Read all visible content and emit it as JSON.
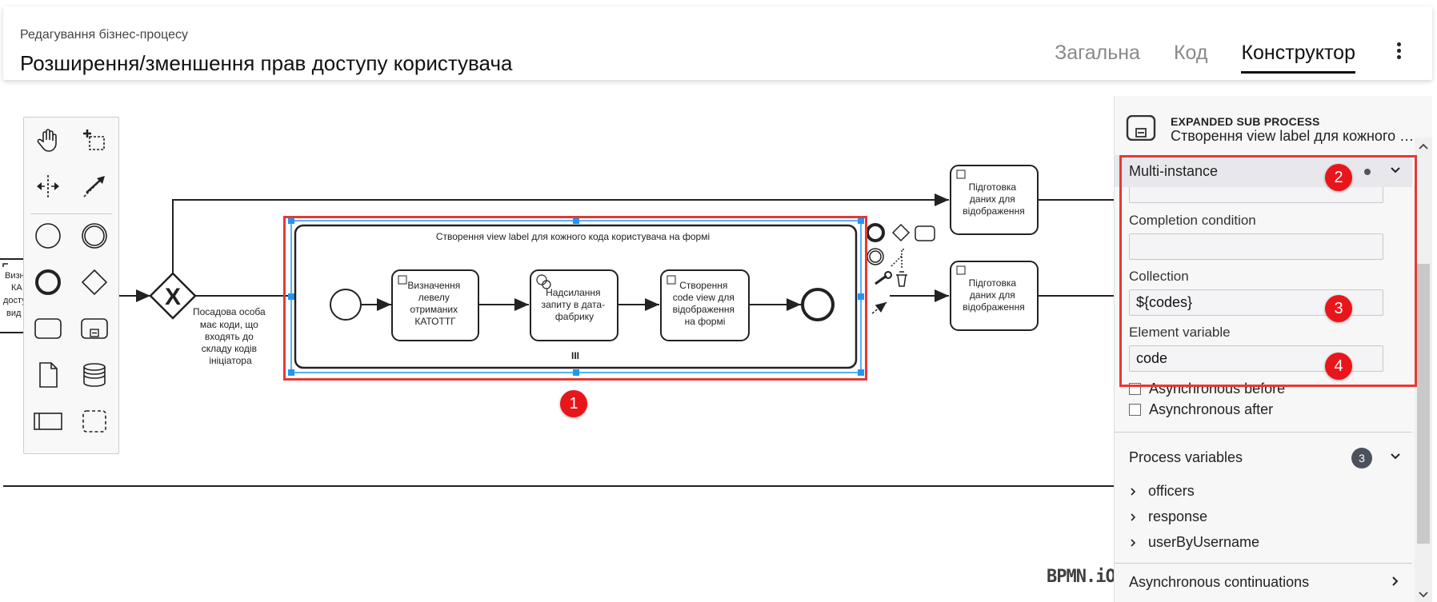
{
  "header": {
    "subtitle": "Редагування бізнес-процесу",
    "title": "Розширення/зменшення прав доступу користувача",
    "tabs": [
      {
        "label": "Загальна",
        "active": false
      },
      {
        "label": "Код",
        "active": false
      },
      {
        "label": "Конструктор",
        "active": true
      }
    ]
  },
  "diagram": {
    "left_task_fragment": [
      "Визн",
      "КА",
      "досту",
      "вид"
    ],
    "gateway_label": [
      "Посадова особа",
      "має коди, що",
      "входять до",
      "складу кодів",
      "ініціатора"
    ],
    "subprocess_title": "Створення view label для кожного кода користувача на формі",
    "tasks": [
      [
        "Визначення",
        "левелу",
        "отриманих",
        "КАТОТТГ"
      ],
      [
        "Надсилання",
        "запиту в дата-",
        "фабрику"
      ],
      [
        "Створення",
        "code view для",
        "відображення",
        "на формі"
      ]
    ],
    "right_tasks": [
      [
        "Підготовка",
        "даних для",
        "відображення"
      ],
      [
        "Підготовка",
        "даних для",
        "відображення"
      ]
    ],
    "multi_instance_marker": "III",
    "logo": "BPMN.iO"
  },
  "panel": {
    "element_type": "EXPANDED SUB PROCESS",
    "element_name": "Створення view label для кожного коду користувача на формі",
    "multi_instance": {
      "header": "Multi-instance",
      "completion_condition_label": "Completion condition",
      "completion_condition_value": "",
      "collection_label": "Collection",
      "collection_value": "${codes}",
      "element_variable_label": "Element variable",
      "element_variable_value": "code"
    },
    "async_before": "Asynchronous before",
    "async_after": "Asynchronous after",
    "process_variables": {
      "header": "Process variables",
      "count": "3",
      "items": [
        "officers",
        "response",
        "userByUsername"
      ]
    },
    "async_continuations": "Asynchronous continuations"
  },
  "callouts": [
    "1",
    "2",
    "3",
    "4"
  ],
  "colors": {
    "callout": "#e8161b",
    "selection": "#2196f3"
  }
}
